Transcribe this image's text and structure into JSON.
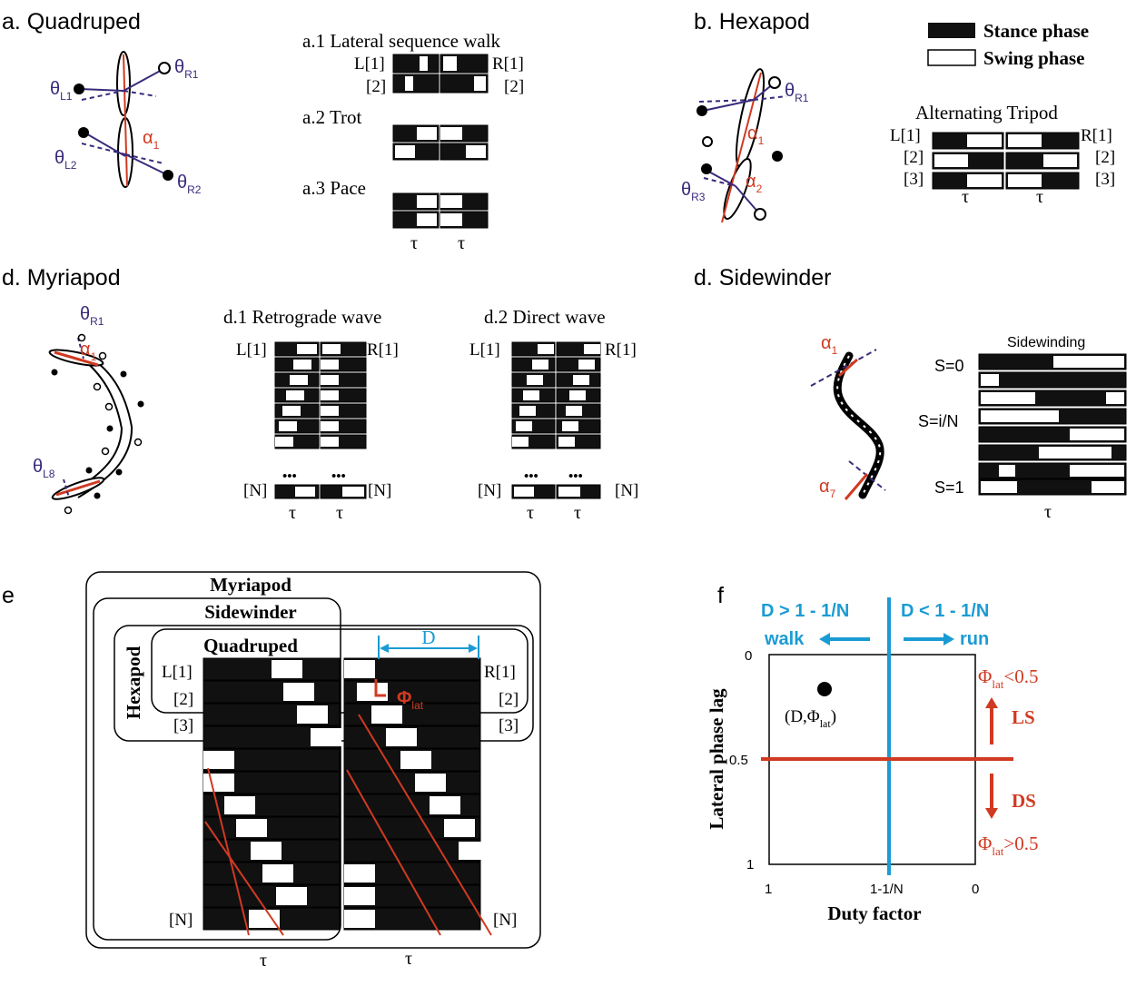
{
  "panel_a": {
    "title": "a. Quadruped",
    "theta_L1": "θ",
    "theta_L1_sub": "L1",
    "theta_R1": "θ",
    "theta_R1_sub": "R1",
    "theta_L2": "θ",
    "theta_L2_sub": "L2",
    "theta_R2": "θ",
    "theta_R2_sub": "R2",
    "alpha": "α",
    "alpha_sub": "1",
    "a1_title": "a.1 Lateral sequence walk",
    "a2_title": "a.2 Trot",
    "a3_title": "a.3 Pace",
    "label_L1": "L[1]",
    "label_R1": "R[1]",
    "label_L2": "[2]",
    "label_R2": "[2]",
    "tau": "τ"
  },
  "panel_b": {
    "title": "b. Hexapod",
    "legend_stance": "Stance phase",
    "legend_swing": "Swing phase",
    "tripod_title": "Alternating Tripod",
    "theta_R1": "θ",
    "theta_R1_sub": "R1",
    "theta_R3": "θ",
    "theta_R3_sub": "R3",
    "alpha1": "α",
    "alpha1_sub": "1",
    "alpha2": "α",
    "alpha2_sub": "2",
    "label_L1": "L[1]",
    "label_R1": "R[1]",
    "label_L2": "[2]",
    "label_R2": "[2]",
    "label_L3": "[3]",
    "label_R3": "[3]",
    "tau": "τ"
  },
  "panel_c": {
    "title": "d. Myriapod",
    "theta_R1": "θ",
    "theta_R1_sub": "R1",
    "theta_L8": "θ",
    "theta_L8_sub": "L8",
    "alpha": "α",
    "alpha_sub": "1",
    "d1_title": "d.1 Retrograde wave",
    "d2_title": "d.2 Direct wave",
    "label_L1": "L[1]",
    "label_R1": "R[1]",
    "label_N": "[N]",
    "dots": "•••",
    "tau": "τ"
  },
  "panel_d": {
    "title": "d. Sidewinder",
    "sidewinding_title": "Sidewinding",
    "alpha1": "α",
    "alpha1_sub": "1",
    "alpha7": "α",
    "alpha7_sub": "7",
    "s0": "S=0",
    "si": "S=i/N",
    "s1": "S=1",
    "tau": "τ"
  },
  "panel_e": {
    "letter": "e",
    "myriapod": "Myriapod",
    "sidewinder": "Sidewinder",
    "quadruped": "Quadruped",
    "hexapod": "Hexapod",
    "label_L1": "L[1]",
    "label_R1": "R[1]",
    "label_2": "[2]",
    "label_3": "[3]",
    "label_N": "[N]",
    "D": "D",
    "phi": "Φ",
    "phi_sub": "lat",
    "tau": "τ"
  },
  "panel_f": {
    "letter": "f",
    "walk_condition": "D > 1 - 1/N",
    "run_condition": "D < 1 - 1/N",
    "walk": "walk",
    "run": "run",
    "phi_lt": "Φ",
    "phi_lt_sub": "lat",
    "phi_lt_rest": "<0.5",
    "phi_gt": "Φ",
    "phi_gt_sub": "lat",
    "phi_gt_rest": ">0.5",
    "LS": "LS",
    "DS": "DS",
    "point_label": "(D,Φ",
    "point_label_sub": "lat",
    "point_label_end": ")",
    "ylabel": "Lateral phase lag",
    "xlabel": "Duty factor",
    "y_ticks": [
      "0",
      "0.5",
      "1"
    ],
    "x_ticks": [
      "1",
      "1-1/N",
      "0"
    ]
  },
  "colors": {
    "stance": "#111111",
    "swing": "#ffffff",
    "purple": "#3a2a7a",
    "red": "#d03a22",
    "blue": "#1b9bd3"
  }
}
